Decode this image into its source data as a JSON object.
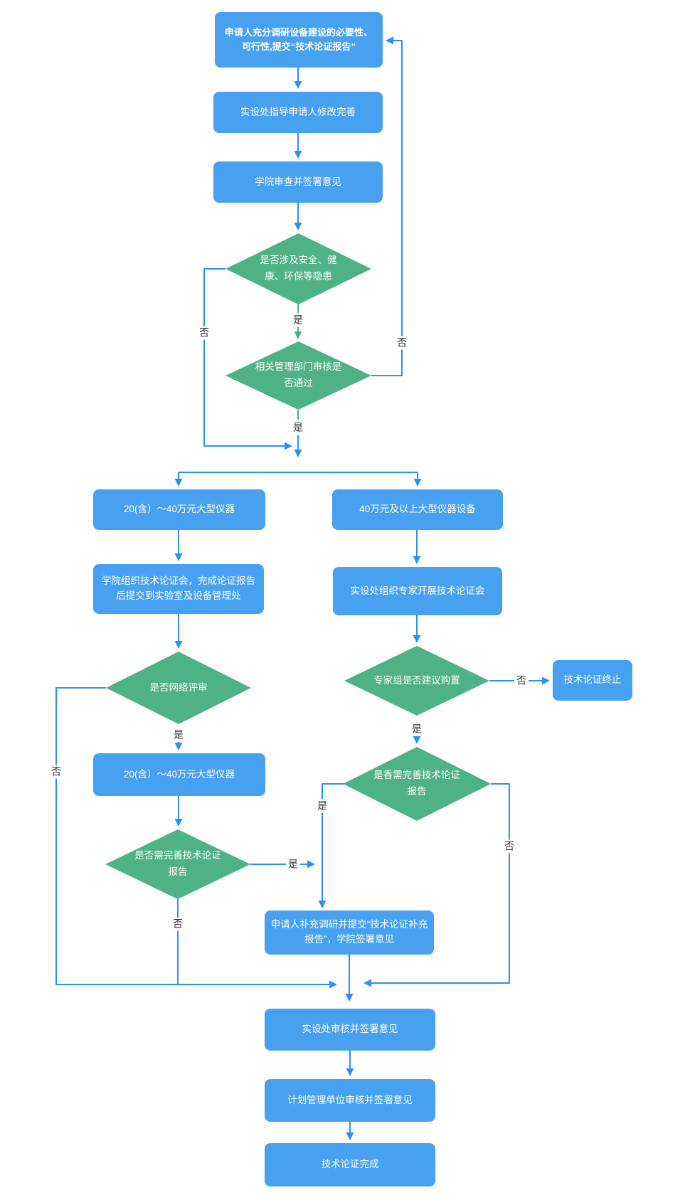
{
  "colors": {
    "box_fill": "#48a0f1",
    "diamond_fill": "#4fb286",
    "line_blue": "#2b90f0",
    "line_green": "#4fb286",
    "node_text": "#ffffff",
    "label_text": "#333333",
    "background": "#ffffff"
  },
  "labels": {
    "yes": "是",
    "no": "否"
  },
  "nodes": {
    "survey": "申请人充分调研设备建设的必要性、可行性,提交“技术论证报告”",
    "guide": "实设处指导申请人修改完善",
    "college_review": "学院审查并签署意见",
    "hazard_check": "是否涉及安全、健康、环保等隐患",
    "dept_review": "相关管理部门审核是否通过",
    "left_tier": "20(含）～40万元大型仪器",
    "right_tier": "40万元及以上大型仪器设备",
    "left_college_org": "学院组织技术论证会，完成论证报告后提交到实验室及设备管理处",
    "right_org_expert": "实设处组织专家开展技术论证会",
    "network_review": "是否网络评审",
    "expert_suggest": "专家组是否建议购置",
    "terminate": "技术论证终止",
    "left_tier_2": "20(含）～40万元大型仪器",
    "left_need_improve": "是否需完善技术论证报告",
    "right_need_improve": "是香需完善技术论证报告",
    "supplement": "申请人补充调研并提交“技术论证补充报告”，学院签署意见",
    "final_review": "实设处审核并签署意见",
    "plan_unit_review": "计划管理单位审核并签署意见",
    "complete": "技术论证完成"
  }
}
